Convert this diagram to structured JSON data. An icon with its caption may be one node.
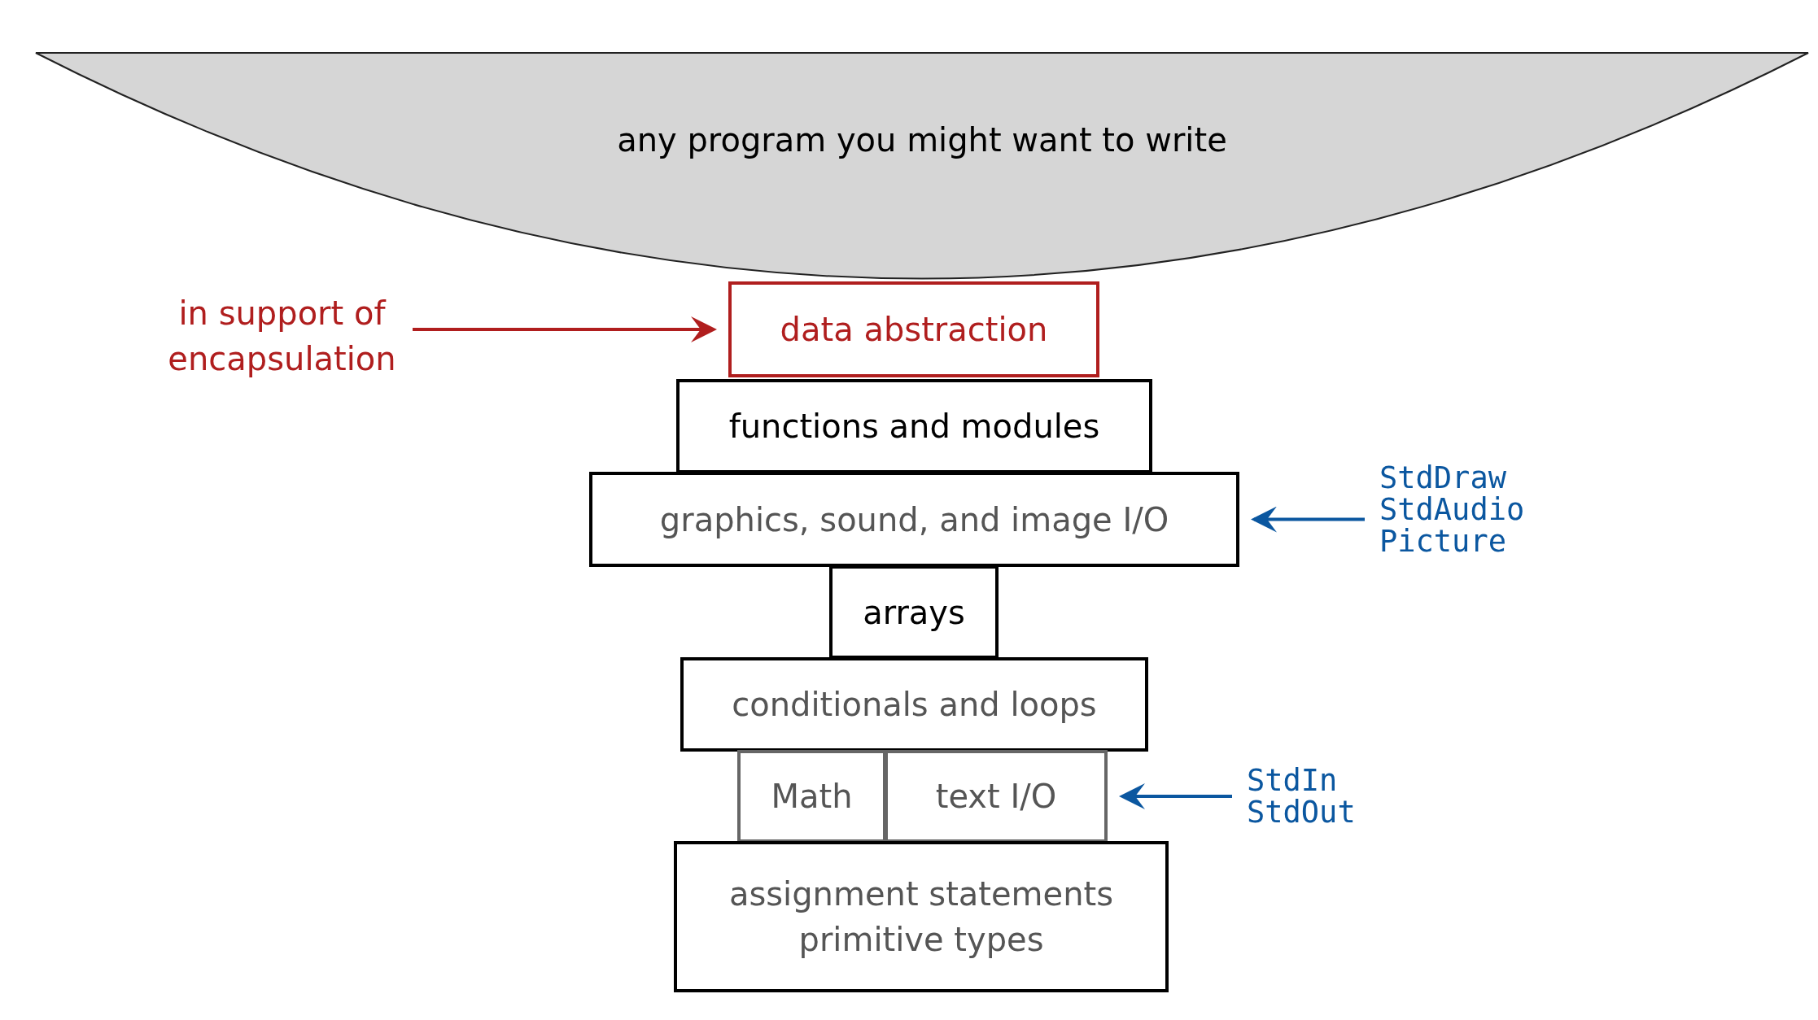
{
  "diagram": {
    "nodes": [
      {
        "text": [
          "any program you might want to write"
        ]
      },
      {
        "text": [
          "data abstraction"
        ]
      },
      {
        "text": [
          "functions and modules"
        ]
      },
      {
        "text": [
          "graphics, sound, and image I/O"
        ]
      },
      {
        "text": [
          "arrays"
        ]
      },
      {
        "text": [
          "conditionals and loops"
        ]
      },
      {
        "text": [
          "Math"
        ]
      },
      {
        "text": [
          "text I/O"
        ]
      },
      {
        "text": [
          "assignment statements primitive types"
        ]
      },
      {
        "text": [
          "in support of encapsulation"
        ]
      },
      {
        "text": [
          "StdDraw StdAudio Picture"
        ]
      },
      {
        "text": [
          "StdIn StdOut"
        ]
      }
    ],
    "edges": [
      {
        "from": 9,
        "to": 1,
        "arrow": "to",
        "color": "#b01e1e"
      },
      {
        "from": 10,
        "to": 3,
        "arrow": "to"
      },
      {
        "from": 11,
        "to": 7,
        "arrow": "to"
      }
    ]
  }
}
